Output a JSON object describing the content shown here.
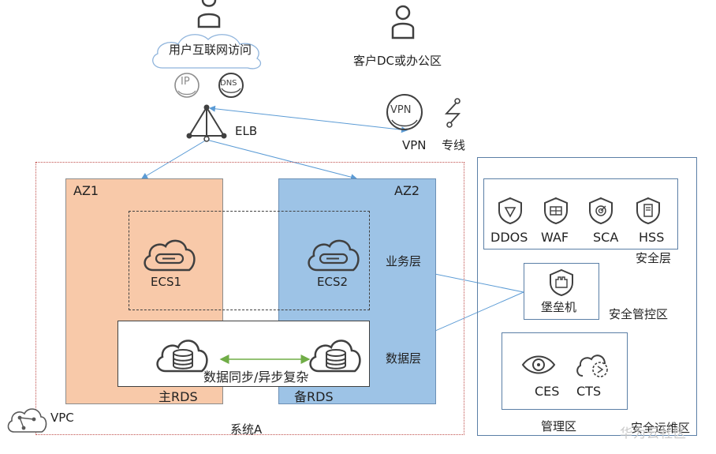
{
  "top": {
    "internet_access_label": "用户互联网访问",
    "customer_dc_label": "客户DC或办公区",
    "ip_badge": "IP",
    "dns_badge": "DNS",
    "vpn_badge": "VPN",
    "vpn_label": "VPN",
    "direct_line_label": "专线",
    "elb_label": "ELB"
  },
  "system": {
    "title": "系统A",
    "vpc_label": "VPC",
    "az1_label": "AZ1",
    "az2_label": "AZ2",
    "ecs1_label": "ECS1",
    "ecs2_label": "ECS2",
    "business_layer_label": "业务层",
    "data_layer_label": "数据层",
    "sync_label": "数据同步/异步复杂",
    "primary_rds_label": "主RDS",
    "standby_rds_label": "备RDS"
  },
  "ops": {
    "zone_label": "安全运维区",
    "security_layer_label": "安全层",
    "security_items": [
      "DDOS",
      "WAF",
      "SCA",
      "HSS"
    ],
    "bastion_label": "堡垒机",
    "security_control_label": "安全管控区",
    "management_zone_label": "管理区",
    "management_items": [
      "CES",
      "CTS"
    ]
  },
  "watermark": "华为云社区",
  "colors": {
    "az1_fill": "#f8c9a9",
    "az2_fill": "#9dc3e6",
    "link_blue": "#5b9bd5",
    "sync_green": "#70ad47",
    "system_border": "#c0504d",
    "icon_gray": "#595959"
  }
}
